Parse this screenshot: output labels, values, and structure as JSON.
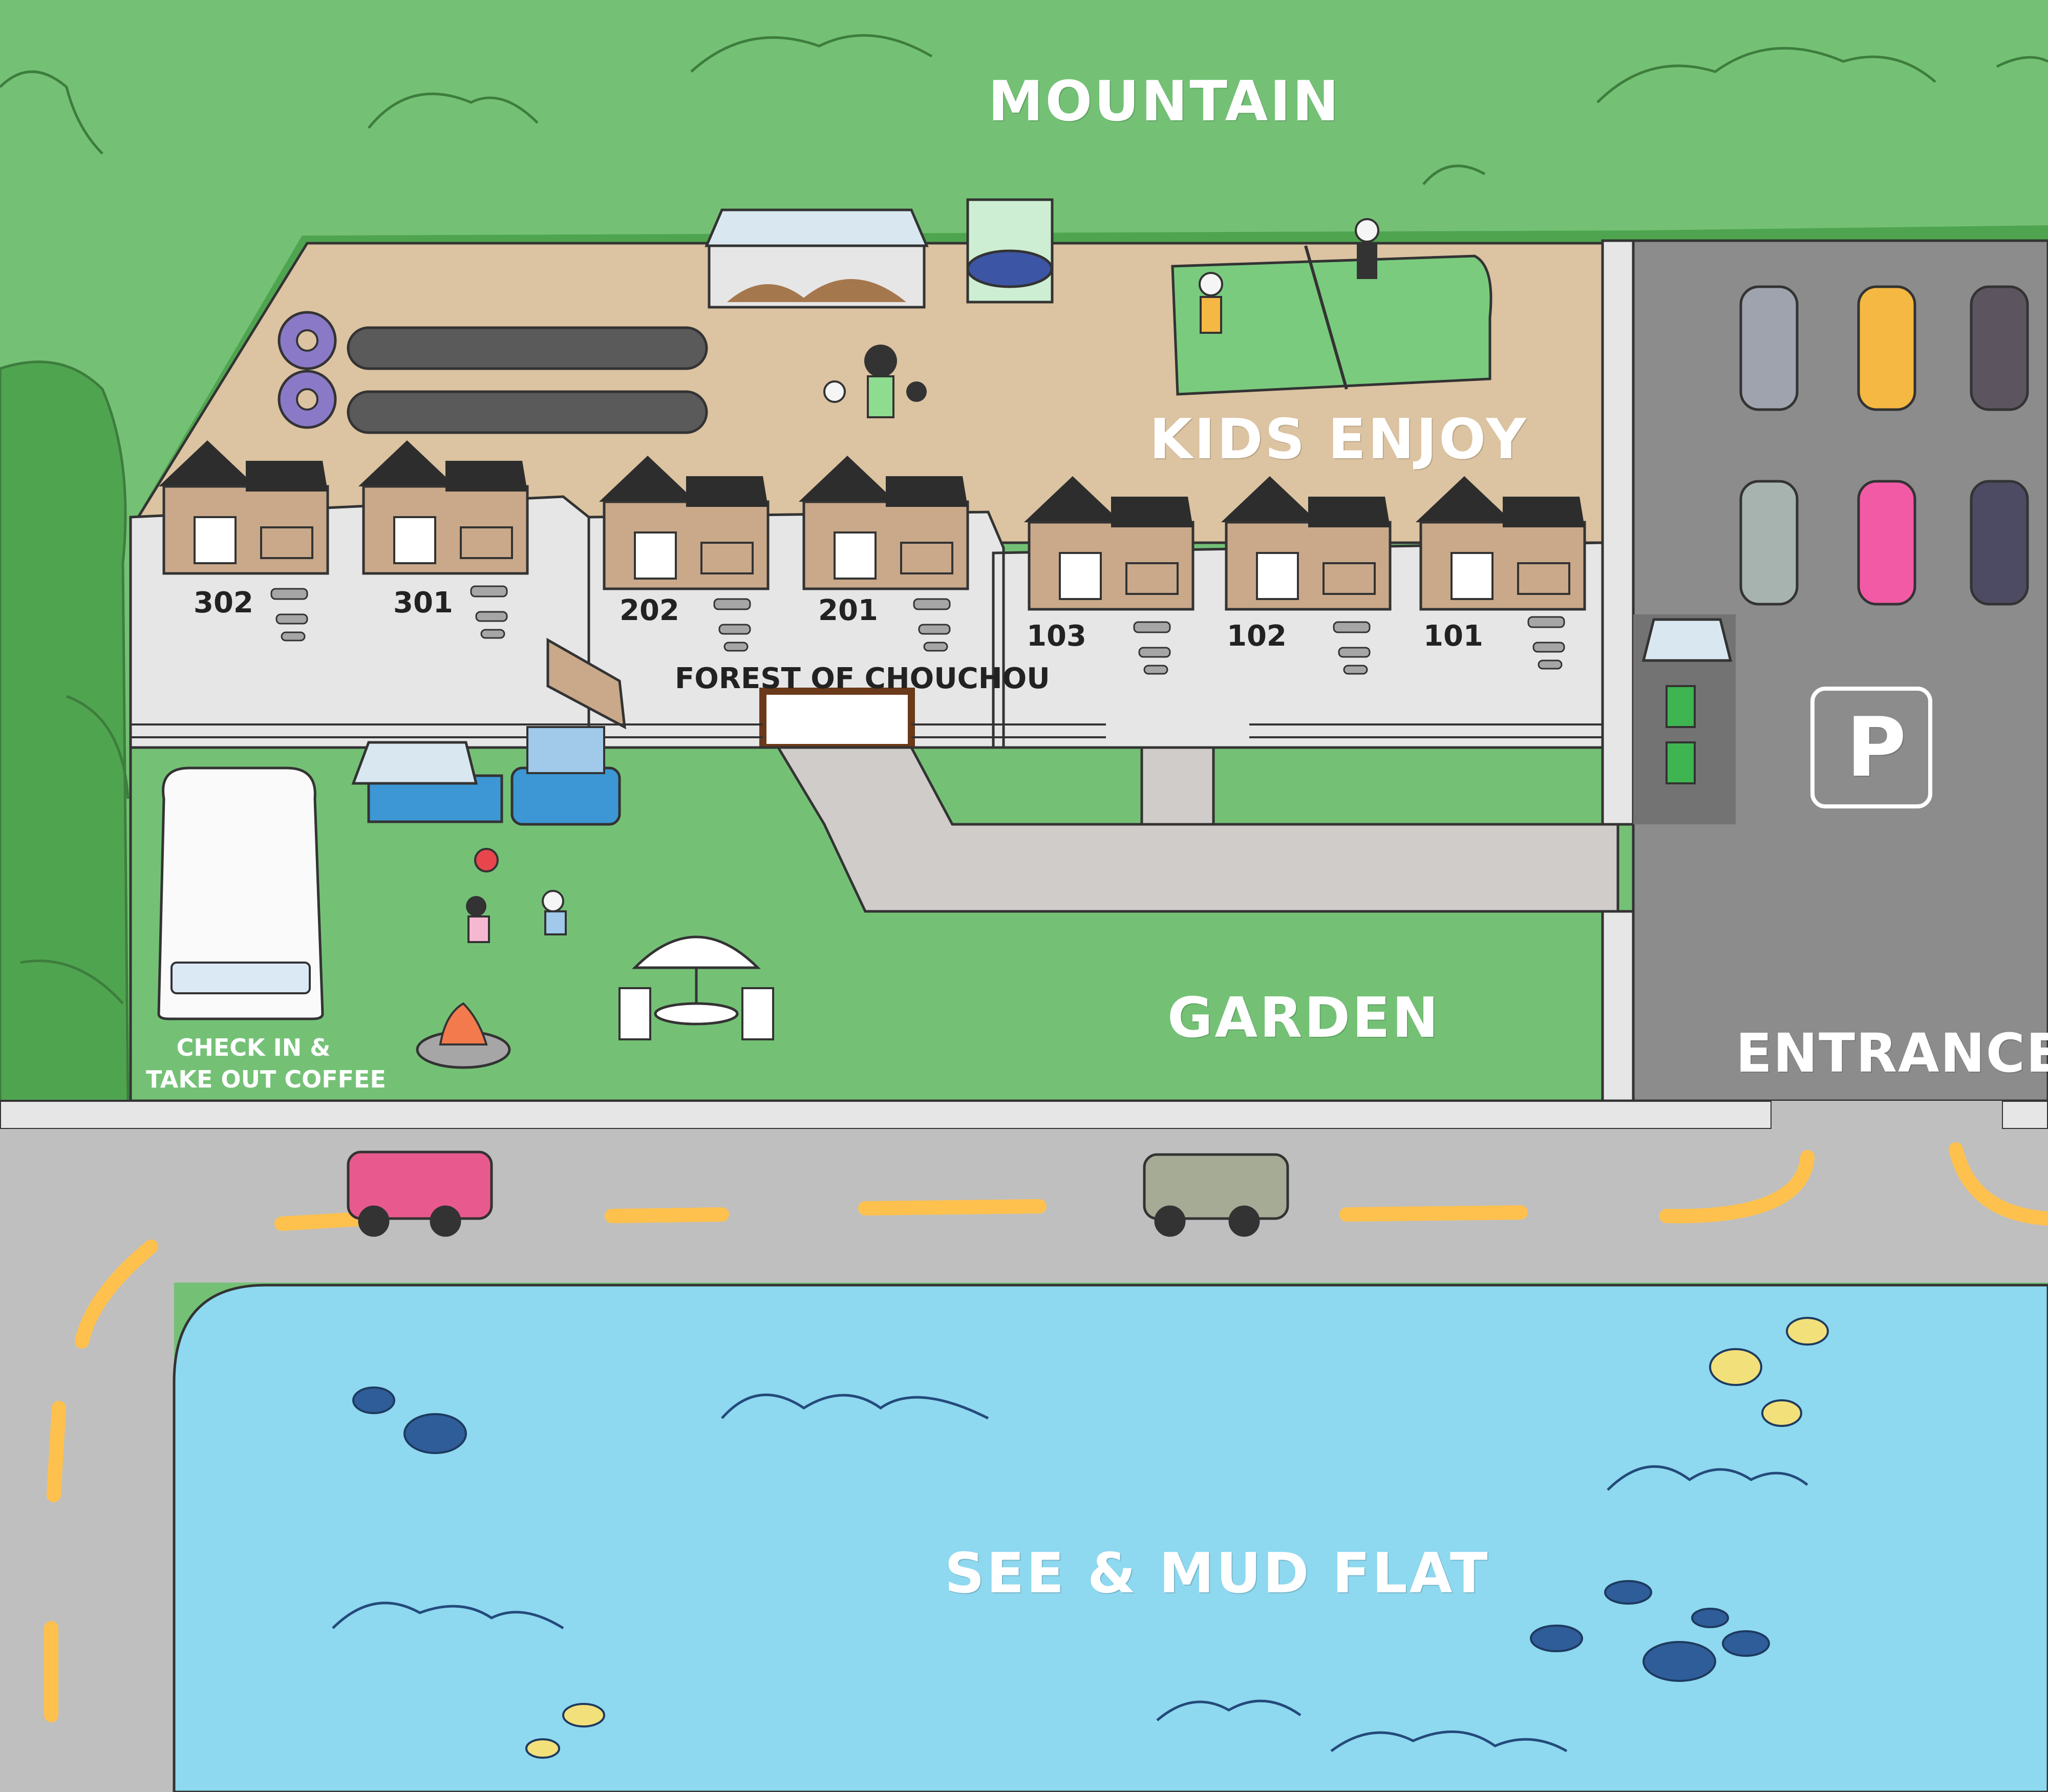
{
  "labels": {
    "mountain": "MOUNTAIN",
    "kids_enjoy": "KIDS ENJOY",
    "forest": "FOREST OF CHOUCHOU",
    "garden": "GARDEN",
    "entrance": "ENTRANCE",
    "sea": "SEE & MUD FLAT",
    "checkin_line1": "CHECK IN &",
    "checkin_line2": "TAKE OUT COFFEE",
    "parking": "P"
  },
  "rooms": [
    "302",
    "301",
    "202",
    "201",
    "103",
    "102",
    "101"
  ],
  "colors": {
    "mountain": "#74c176",
    "forest_dark": "#4fa54f",
    "sand": "#dcc3a1",
    "building": "#e6e6e6",
    "garden": "#74c176",
    "road": "#bfbfbf",
    "parking": "#8c8c8c",
    "sea": "#8ed8f0",
    "road_line": "#ffc14d",
    "roof": "#2d2d2d",
    "house_wall": "#c9a98a"
  },
  "parked_car_colors": [
    "#9ea3ad",
    "#f5b843",
    "#5c5560",
    "#a6b3ae",
    "#f25aa6",
    "#4d4a63"
  ],
  "road_car_colors": [
    "#e85a8e",
    "#a6ab96"
  ]
}
